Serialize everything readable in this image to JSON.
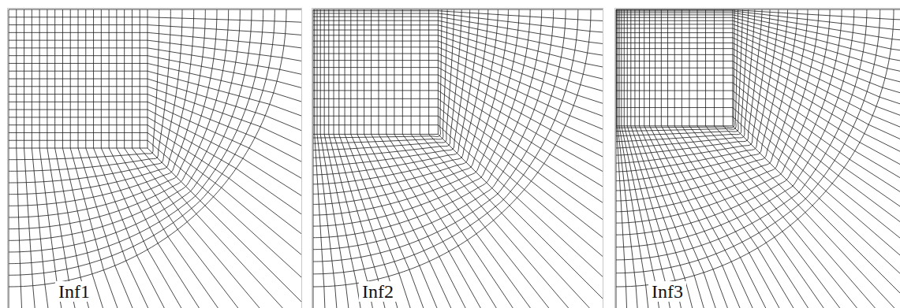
{
  "diagram": {
    "labels": [
      "Inf1",
      "Inf2",
      "Inf3"
    ]
  }
}
